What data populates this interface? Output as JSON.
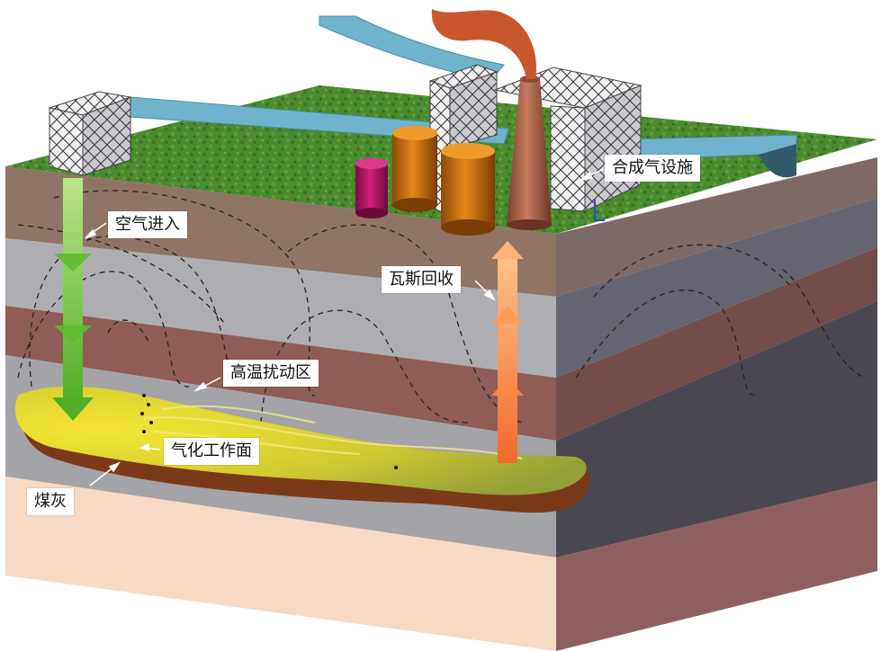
{
  "labels": {
    "air_inlet": "空气进入",
    "gas_recovery": "瓦斯回收",
    "syngas_facility": "合成气设施",
    "high_temp_zone": "高温扰动区",
    "gasification_face": "气化工作面",
    "coal_ash": "煤灰"
  },
  "colors": {
    "grass": "#4d8a2f",
    "water": "#6fb3cc",
    "air_arrow": "#6cc23a",
    "gas_arrow": "#f28a3b",
    "gasification_zone": "#e2d12a",
    "coal_ash": "#7a3a1a",
    "chimney": "#b56a4f",
    "tank_orange": "#d9780f",
    "tank_magenta": "#c0146a",
    "layer_tan": "#8f7565",
    "layer_grey": "#a9a9ad",
    "layer_red": "#8e5a55",
    "layer_dark": "#4e4a55",
    "layer_pink": "#f7d9c4"
  }
}
